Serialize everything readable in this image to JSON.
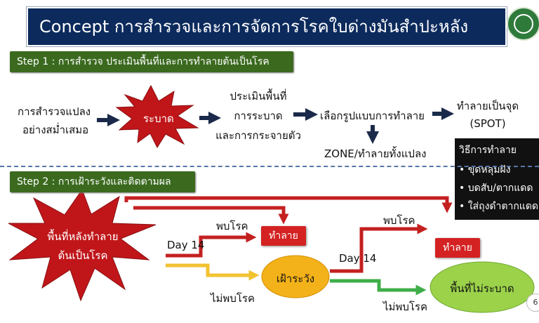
{
  "title": "Concept การสำรวจและการจัดการโรคใบด่างมันสำปะหลัง",
  "step1": {
    "label": "Step 1 : การสำรวจ ประเมินพื้นที่และการทำลายต้นเป็นโรค",
    "survey_line1": "การสำรวจแปลง",
    "survey_line2": "อย่างสม่ำเสมอ",
    "outbreak": "ระบาด",
    "assess_line1": "ประเมินพื้นที่",
    "assess_line2": "การระบาด",
    "assess_line3": "และการกระจายตัว",
    "choose": "เลือกรูปแบบการทำลาย",
    "spot_line1": "ทำลายเป็นจุด",
    "spot_line2": "(SPOT)",
    "zone": "ZONE/ทำลายทั้งแปลง"
  },
  "methods": {
    "title": "วิธีการทำลาย",
    "items": [
      "ขุดหลุมฝัง",
      "บดสับ/ตากแดด",
      "ใส่ถุงดำตากแดด"
    ]
  },
  "step2": {
    "label": "Step 2 : การเฝ้าระวังและติดตามผล",
    "destroyed_area_line1": "พื้นที่หลังทำลาย",
    "destroyed_area_line2": "ต้นเป็นโรค",
    "day14_a": "Day 14",
    "found_a": "พบโรค",
    "destroy_a": "ทำลาย",
    "notfound_a": "ไม่พบโรค",
    "monitor": "เฝ้าระวัง",
    "day14_b": "Day 14",
    "found_b": "พบโรค",
    "destroy_b": "ทำลาย",
    "notfound_b": "ไม่พบโรค",
    "no_outbreak_area": "พื้นที่ไม่ระบาด"
  },
  "page_number": "6",
  "colors": {
    "title_bg": "#0c2a5c",
    "step_bg": "#3b6a1f",
    "red": "#d42222",
    "navy_arrow": "#1b2a4a",
    "yellow_arrow": "#f2c230",
    "green_arrow": "#3fae49",
    "monitor_fill": "#f4b21a",
    "safe_fill": "#9bd24a"
  }
}
